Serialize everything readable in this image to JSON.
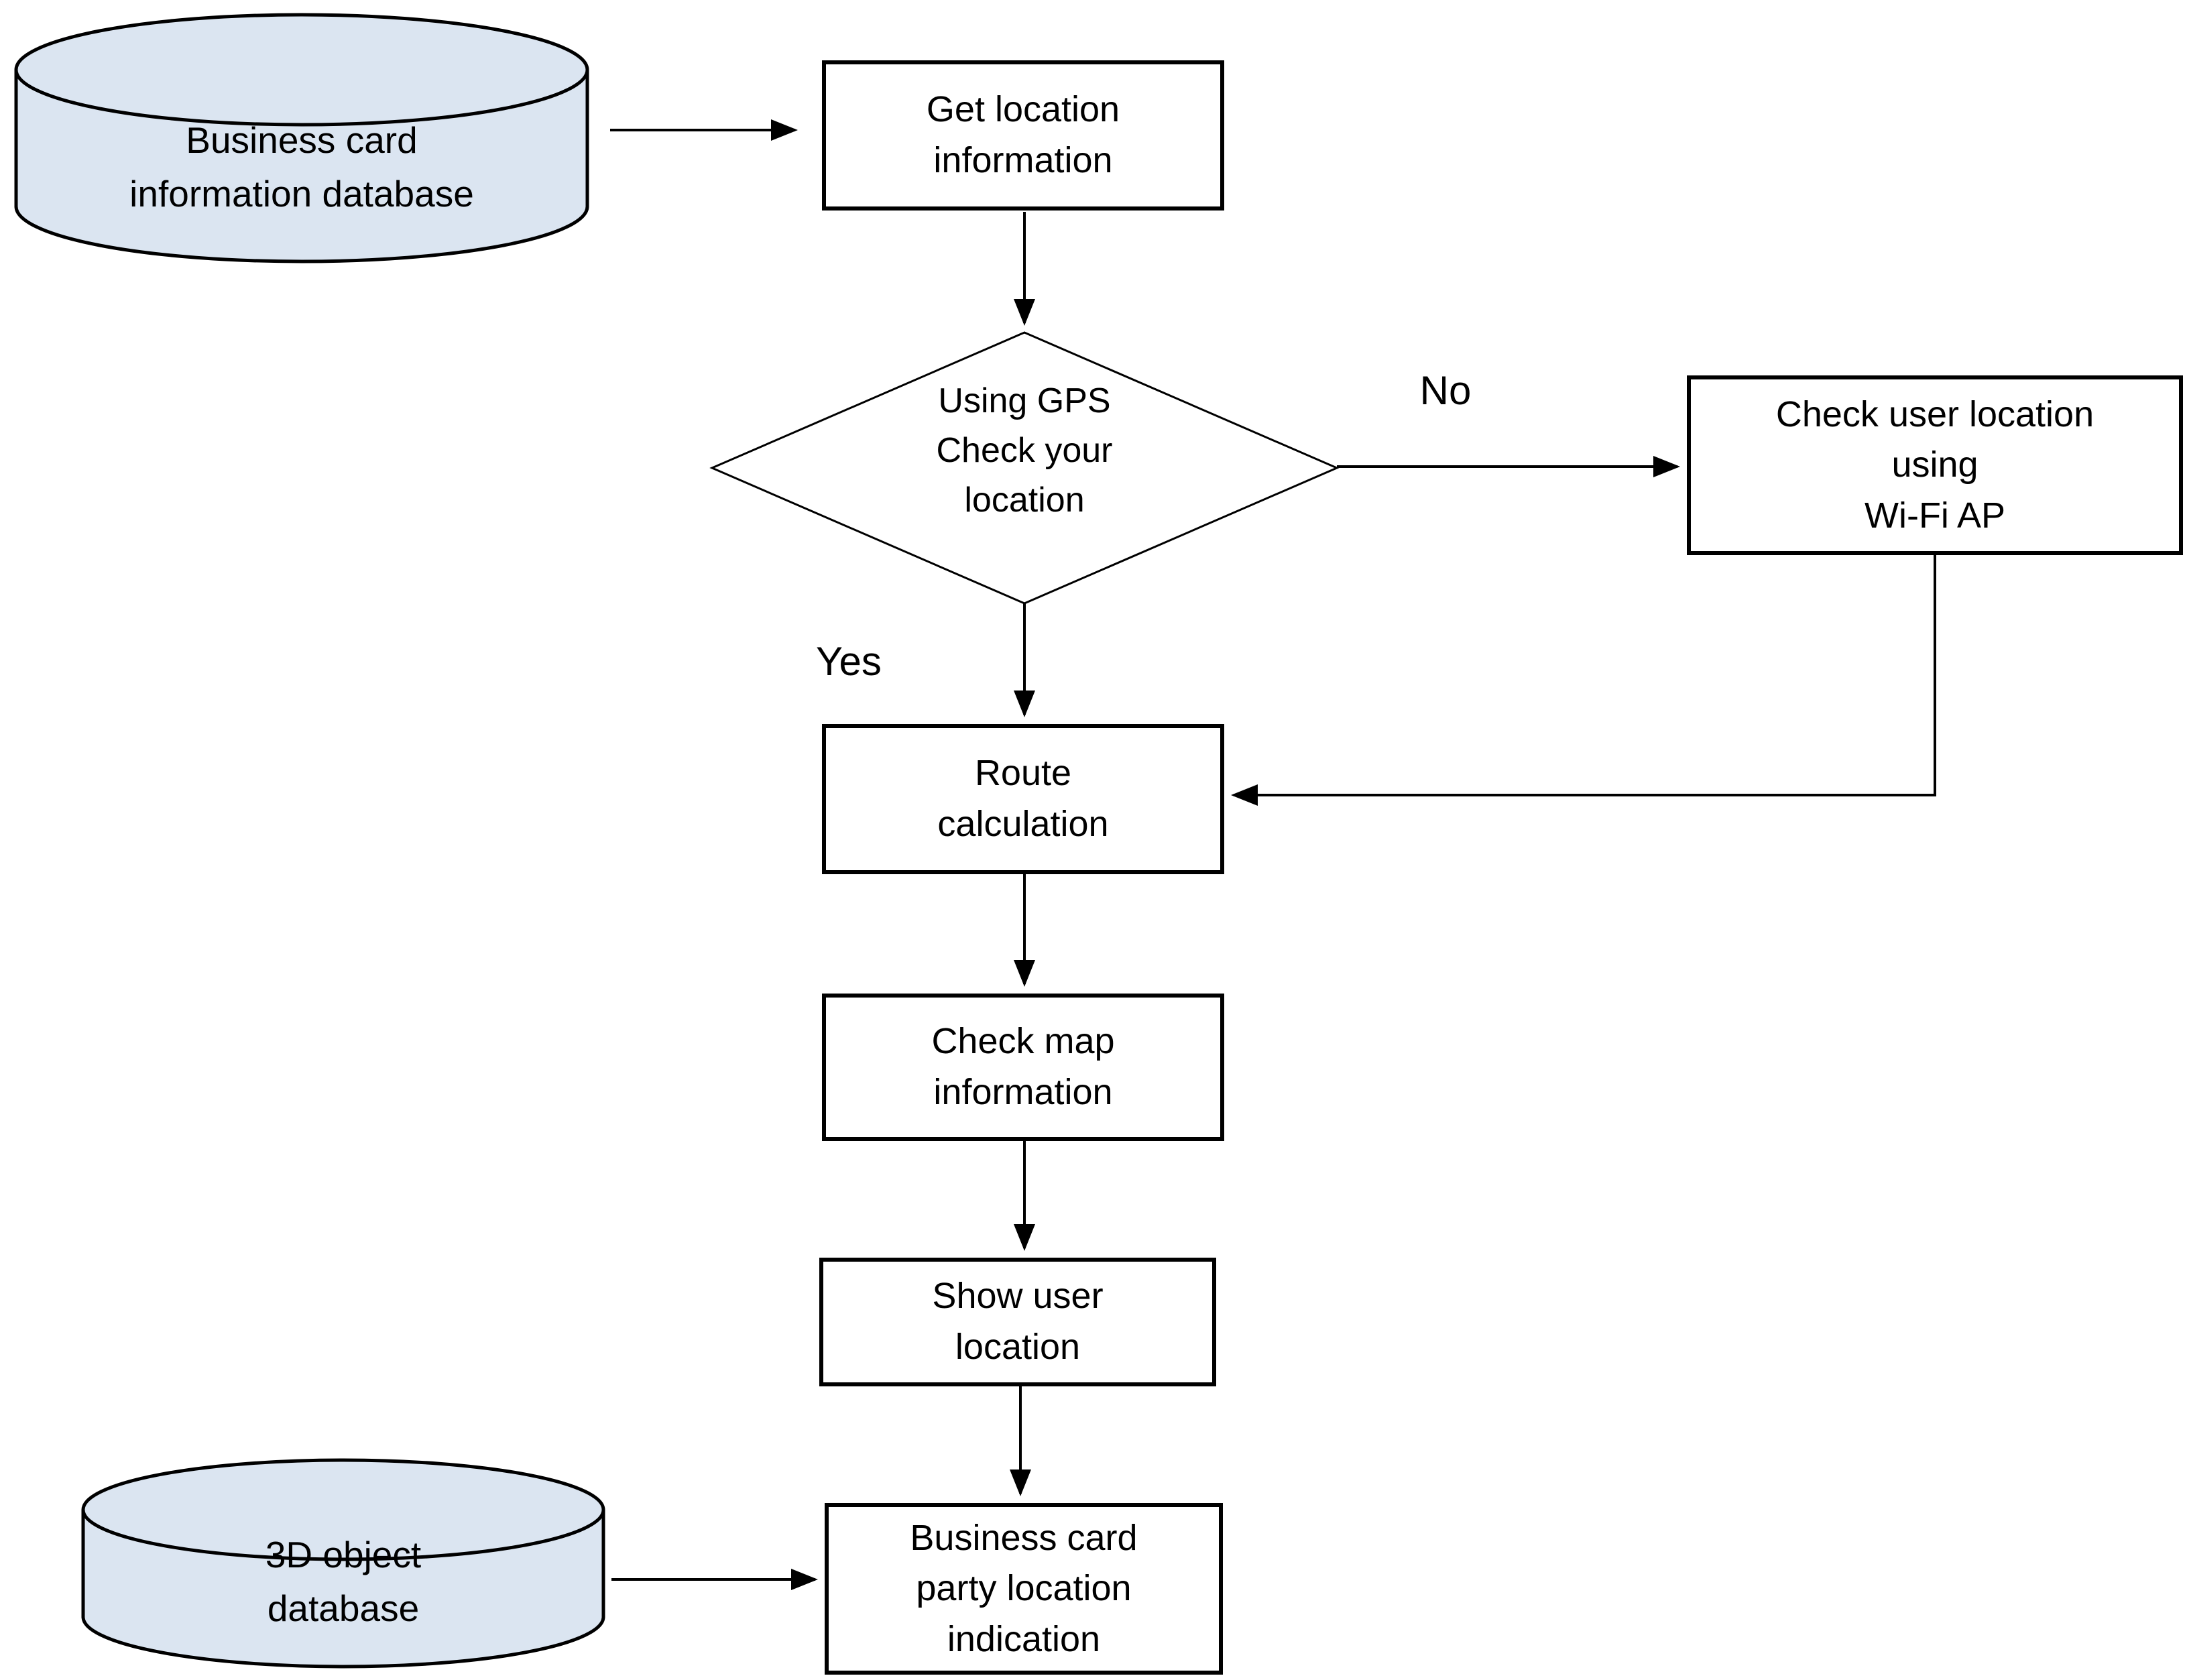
{
  "diagram": {
    "nodes": {
      "business_card_db": {
        "label": "Business card\ninformation database",
        "shape": "cylinder"
      },
      "get_location": {
        "label": "Get location\ninformation",
        "shape": "rect"
      },
      "gps_decision": {
        "label": "Using GPS\nCheck your\nlocation",
        "shape": "diamond"
      },
      "wifi_check": {
        "label": "Check user location\nusing\nWi-Fi AP",
        "shape": "rect"
      },
      "route_calc": {
        "label": "Route\ncalculation",
        "shape": "rect"
      },
      "check_map": {
        "label": "Check map\ninformation",
        "shape": "rect"
      },
      "show_user": {
        "label": "Show user\nlocation",
        "shape": "rect"
      },
      "bcard_location": {
        "label": "Business card\nparty location\nindication",
        "shape": "rect"
      },
      "object_db": {
        "label": "3D object\ndatabase",
        "shape": "cylinder"
      }
    },
    "edge_labels": {
      "yes": "Yes",
      "no": "No"
    },
    "edges": [
      {
        "from": "business_card_db",
        "to": "get_location"
      },
      {
        "from": "get_location",
        "to": "gps_decision"
      },
      {
        "from": "gps_decision",
        "to": "wifi_check",
        "label": "No"
      },
      {
        "from": "gps_decision",
        "to": "route_calc",
        "label": "Yes"
      },
      {
        "from": "wifi_check",
        "to": "route_calc"
      },
      {
        "from": "route_calc",
        "to": "check_map"
      },
      {
        "from": "check_map",
        "to": "show_user"
      },
      {
        "from": "show_user",
        "to": "bcard_location"
      },
      {
        "from": "object_db",
        "to": "bcard_location"
      }
    ],
    "colors": {
      "db_fill": "#dbe5f1",
      "node_fill": "#ffffff",
      "stroke": "#000000"
    }
  }
}
